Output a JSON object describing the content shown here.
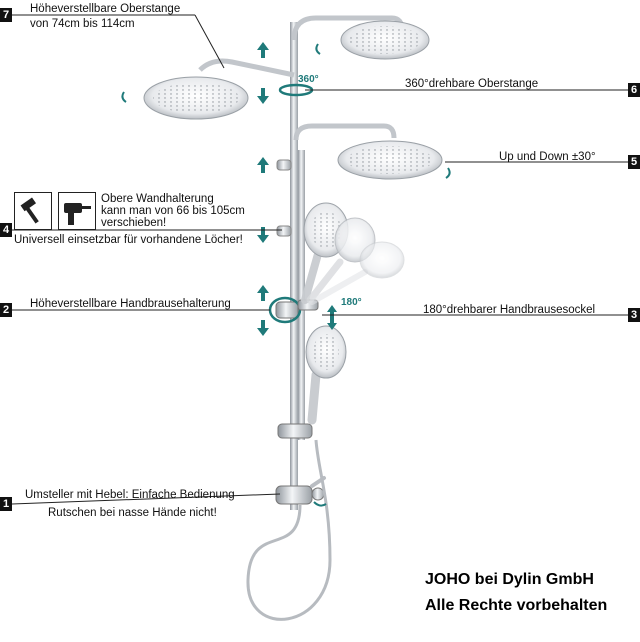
{
  "callouts": [
    {
      "num": "7",
      "lines": [
        "Höheverstellbare Oberstange",
        "von 74cm bis 114cm"
      ]
    },
    {
      "num": "6",
      "lines": [
        "360°drehbare Oberstange"
      ]
    },
    {
      "num": "5",
      "lines": [
        "Up und Down ±30°"
      ]
    },
    {
      "num": "4",
      "lines": [
        "Obere Wandhalterung",
        "kann man von 66 bis 105cm",
        "verschieben!",
        "Universell einsetzbar für vorhandene Löcher!"
      ]
    },
    {
      "num": "3",
      "lines": [
        "180°drehbarer Handbrausesockel"
      ]
    },
    {
      "num": "2",
      "lines": [
        "Höheverstellbare Handbrausehalterung"
      ]
    },
    {
      "num": "1",
      "lines": [
        "Umsteller mit Hebel: Einfache Bedienung",
        "Rutschen bei nasse Hände nicht!"
      ]
    }
  ],
  "rotation_labels": {
    "top": "360°",
    "middle": "180°"
  },
  "copyright": [
    "JOHO bei Dylin GmbH",
    "Alle Rechte vorbehalten"
  ],
  "colors": {
    "accent": "#1f7a7a",
    "chrome": "#b8bcc2",
    "text": "#111111"
  },
  "icons": [
    "hammer-icon",
    "drill-icon"
  ]
}
